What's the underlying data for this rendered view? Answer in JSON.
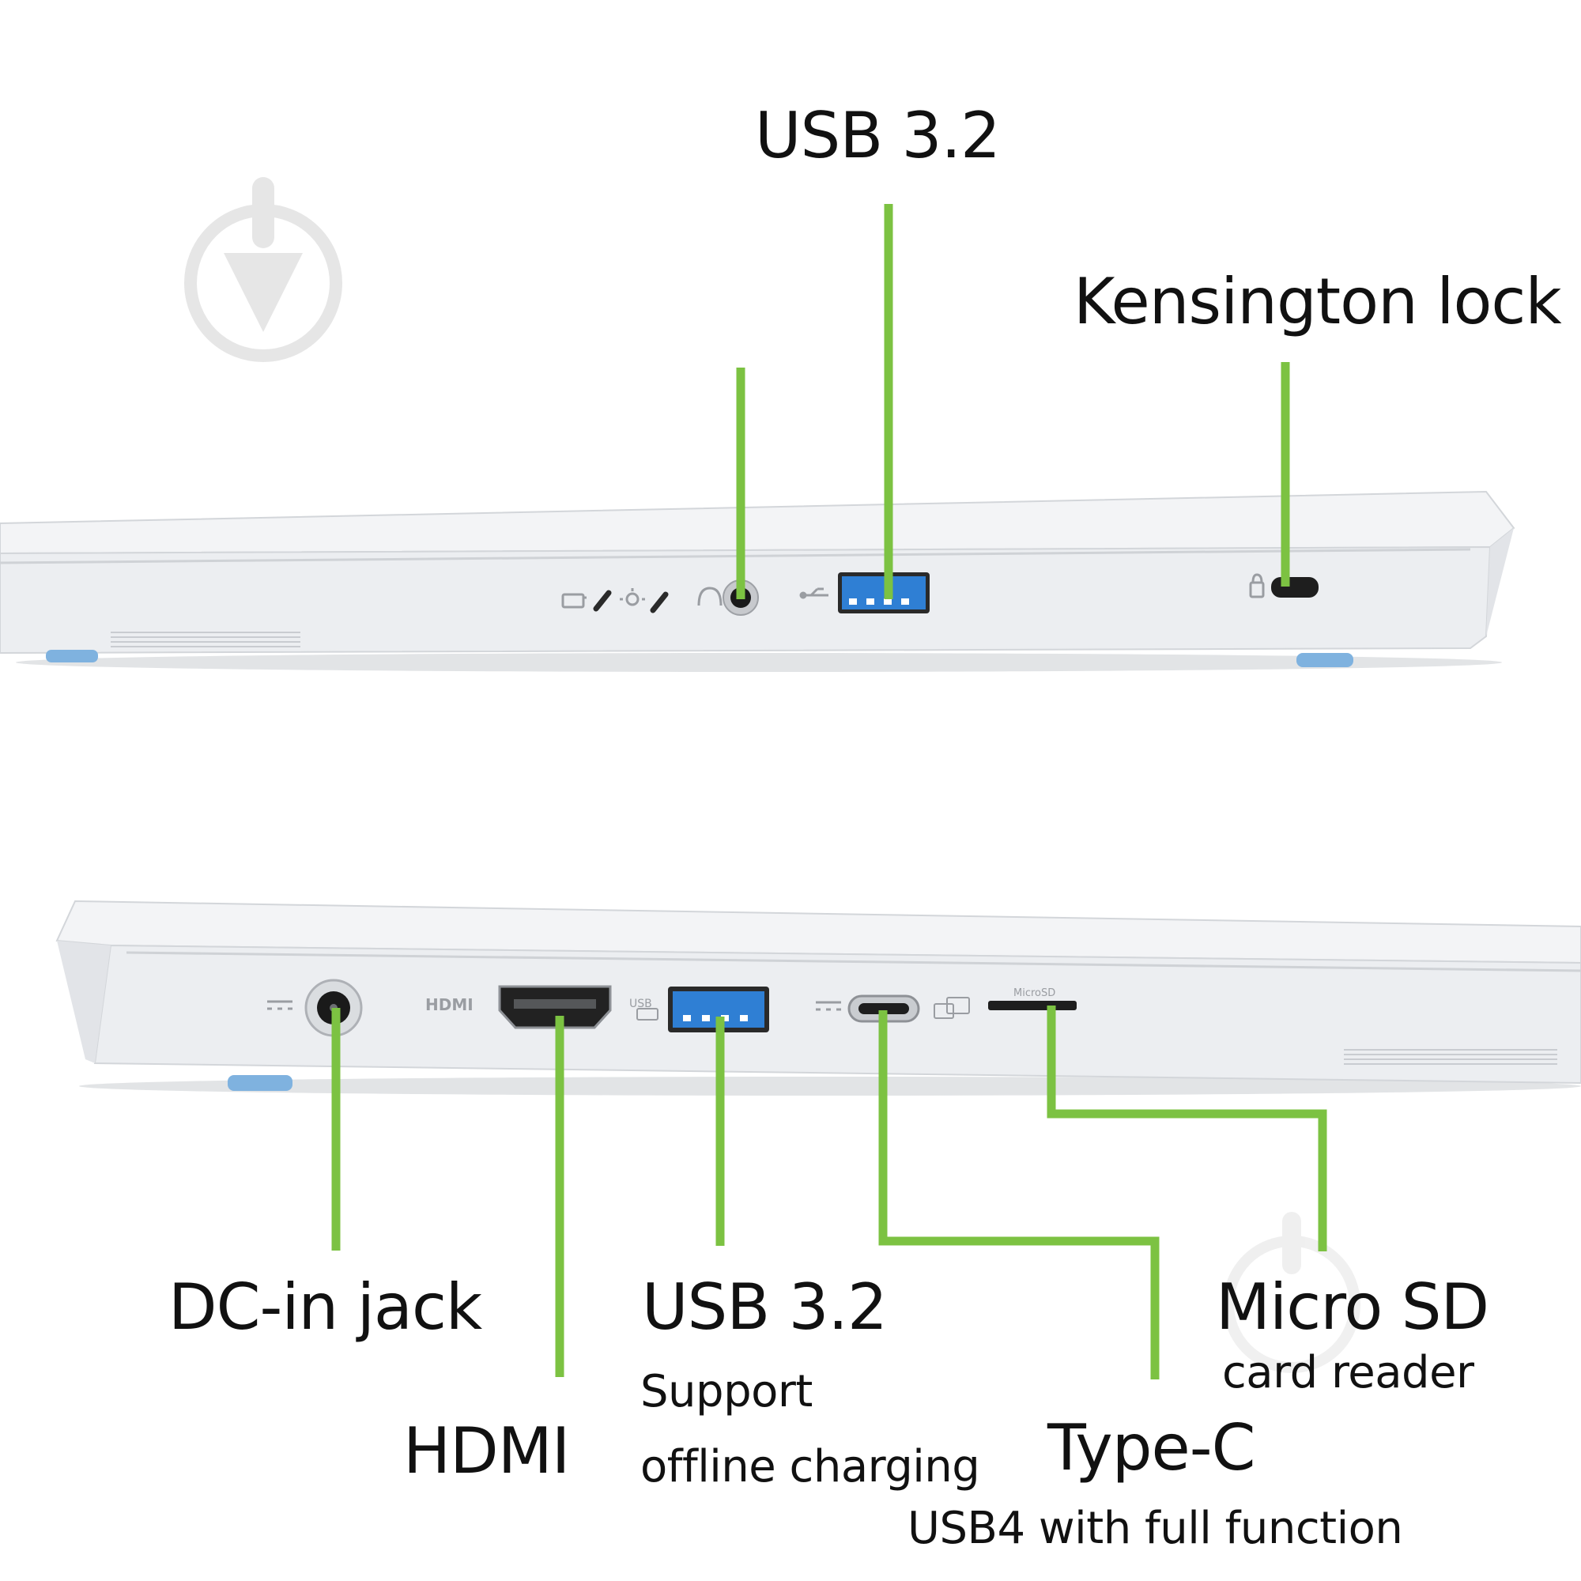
{
  "colors": {
    "leader_line": "#7cc242",
    "chassis": "#eceef1",
    "chassis_edge": "#c9ccd1",
    "usb_port": "#2f7fd4",
    "foot": "#7fb2df",
    "text": "#111111",
    "watermark": "#e6e6e6"
  },
  "top_view": {
    "labels": {
      "usb_title": "USB 3.2",
      "kensington": "Kensington lock"
    },
    "port_glyphs": [
      "battery-indicator-icon",
      "power-indicator-icon",
      "headset-icon",
      "usb-icon",
      "lock-icon"
    ]
  },
  "bottom_view": {
    "labels": {
      "dc_in": "DC-in jack",
      "hdmi": "HDMI",
      "usb_title": "USB 3.2",
      "usb_sub_1": "Support",
      "usb_sub_2": "offline charging",
      "typec_title": "Type-C",
      "typec_sub": "USB4 with full function",
      "microsd_title": "Micro SD",
      "microsd_sub": "card reader"
    },
    "printed_marks": {
      "hdmi": "HDMI",
      "usb": "USB",
      "microsd": "MicroSD"
    }
  }
}
